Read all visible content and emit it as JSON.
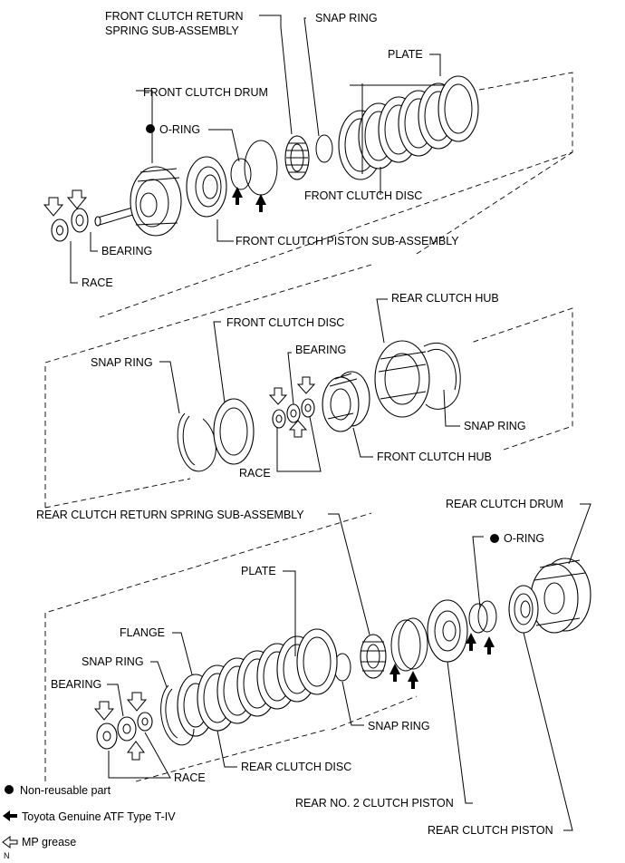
{
  "labels": {
    "front_clutch_return_spring_1": "FRONT CLUTCH RETURN",
    "front_clutch_return_spring_2": "SPRING SUB-ASSEMBLY",
    "snap_ring_top": "SNAP RING",
    "plate_top": "PLATE",
    "front_clutch_drum": "FRONT CLUTCH DRUM",
    "o_ring_top": "O-RING",
    "front_clutch_disc_top": "FRONT CLUTCH DISC",
    "bearing_top": "BEARING",
    "front_clutch_piston": "FRONT CLUTCH PISTON SUB-ASSEMBLY",
    "race_top": "RACE",
    "rear_clutch_hub": "REAR CLUTCH HUB",
    "front_clutch_disc_mid": "FRONT CLUTCH DISC",
    "bearing_mid": "BEARING",
    "snap_ring_mid_left": "SNAP RING",
    "snap_ring_mid_right": "SNAP RING",
    "front_clutch_hub": "FRONT CLUTCH HUB",
    "race_mid": "RACE",
    "rear_clutch_return_spring": "REAR CLUTCH RETURN SPRING SUB-ASSEMBLY",
    "rear_clutch_drum": "REAR CLUTCH DRUM",
    "o_ring_bottom": "O-RING",
    "plate_bottom": "PLATE",
    "flange": "FLANGE",
    "snap_ring_bottom_left": "SNAP RING",
    "bearing_bottom": "BEARING",
    "snap_ring_bottom_mid": "SNAP RING",
    "race_bottom": "RACE",
    "rear_clutch_disc": "REAR CLUTCH DISC",
    "rear_no2_clutch_piston": "REAR NO. 2 CLUTCH PISTON",
    "rear_clutch_piston": "REAR CLUTCH PISTON"
  },
  "legend": {
    "non_reusable": "Non-reusable part",
    "atf": "Toyota Genuine ATF Type T-IV",
    "mp_grease": "MP grease"
  },
  "corner_mark": "N"
}
